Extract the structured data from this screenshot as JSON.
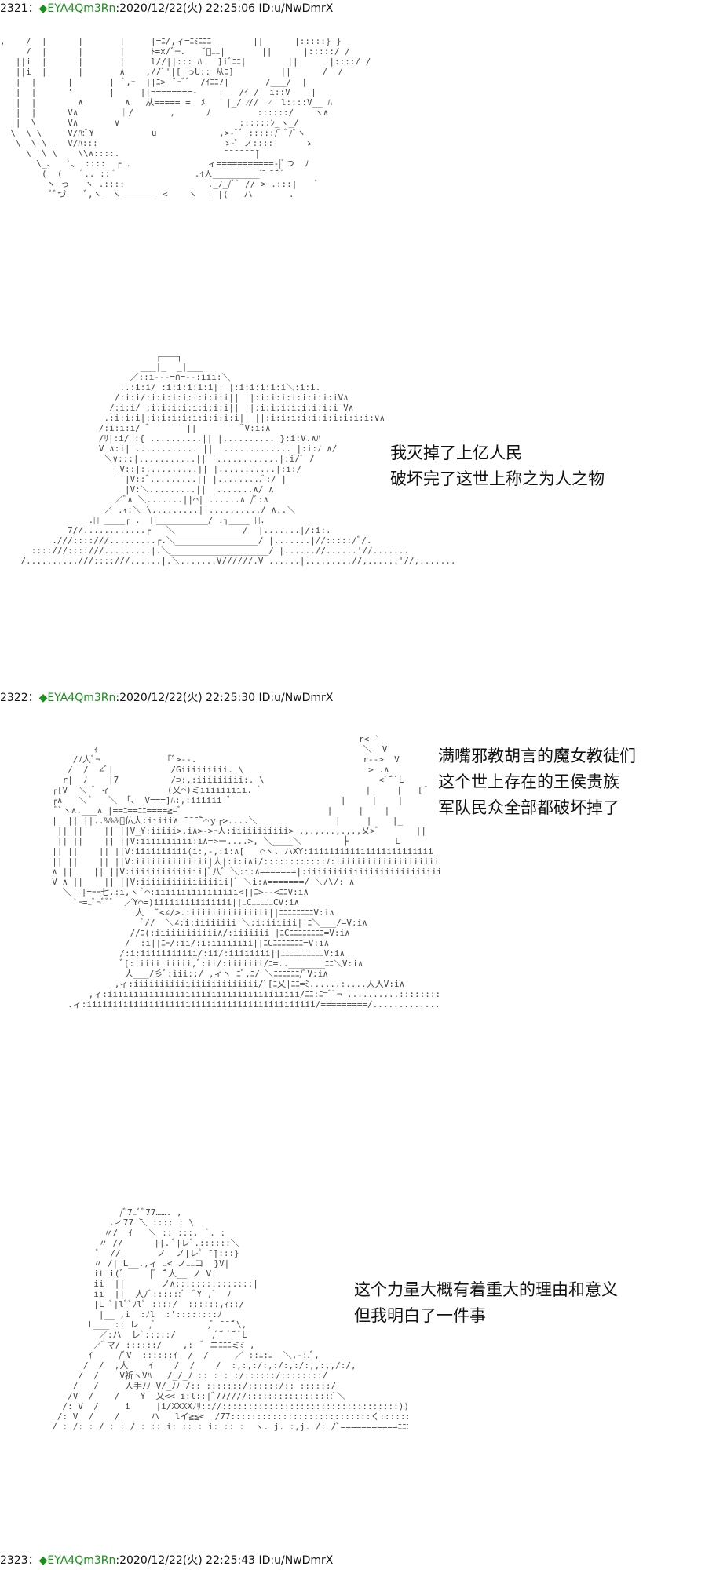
{
  "posts": [
    {
      "number": "2321",
      "separator": "：",
      "name": "◆EYA4Qm3Rn",
      "datetime": ":2020/12/22(火) 22:25:06 ID:u/NwDmrX",
      "art": [
        ",    /  |      |       |     |=ﾆ/,ィ=ﾆﾐﾆﾆﾆ|       ||      |:::::} }",
        "     /  |      |       |     ﾄ=x/ﾞ─.   ˘ﾞﾆﾆ|       ||      |:::::/ /",
        "   ||i  |      |       |     l//||::: ﾊ   ]iﾞﾆﾆ|        ||      |::::/ /",
        "   ||i  |      |       ∧    ,//ﾞ'|[ っU:: 从ﾆ]         ||      /  /",
        "  ||  |      |       |  ﾞ,ｰ  ||ﾆ>  ﾞｰﾞﾞ  /ｲﾆﾆ7|       /___/  |",
        "  ||  |      '       |     ||========-    |   /ｲ /  i::V    |",
        "  ||  |        ∧        ∧   从===== =  ﾒ    |_/ ⁄//  ⁄  l::::V__ ﾊ",
        "  ||  |      V∧        ｜/       ,      ﾉ         ::::::/    ヽ∧",
        "  ||  \\      V∧       ∨                       ::::::ﾝ_ヽ_/",
        "  \\  \\ \\     V/ﾊ:ﾞY           u            ,>-ﾞﾞ :::::/ﾞ ﾞﾉﾞヽ",
        "   \\  \\ \\    V/ﾊ:::                        ゝ-ﾞ_ノ::::|     ゝ",
        "     \\  \\ \\    \\\\∧::::.                    ̄ ̄ ̄ ̄ ̄ ̄ ̄|",
        "       \\_、  `、 ::::  ┌ ．              ィ===========-|ﾞつ  ﾉ",
        "        (  (    ﾞ.. :: ﾞ               .ｲ人_________ﾞ̄ ̄ ̄ ﾞﾞ",
        "         ヽ っ   ヽ .::::                ._ﾉ_/ﾞﾞ // > .:::|    ﾞ",
        "          ﾞﾞづ    ﾞ,ヽ_ ヽ______  <    ヽ  | |(   ハ       ."
      ],
      "caption": []
    },
    {
      "number": "",
      "separator": "",
      "name": "",
      "datetime": "",
      "art": [
        "                              ┌───┐",
        "                           ___|_  _|___",
        "                         ／::i---=∩=--:iii:＼",
        "                       ..:i:i/ :i:i:i:i:i|| |:i:i:i:i:i＼:i:i.",
        "                      /:i:i/:i:i:i:i:i:i:i:i|| ||:i:i:i:i:i:i:i:iV∧",
        "                     /:i:i/ :i:i:i:i:i:i:i:i|| ||:i:i:i:i:i:i:i:i V∧",
        "                    .:i:i:i|:i:i:i:i:i:i:i:i:i|| ||:i:i:i:i:i:i:i:i:i:i:∨∧",
        "                   /:i:i:i/ ﾞ ̄ ̄ ̄ ̄ ̄ ̄ ̄||  ̄ ̄ ̄ ̄ ̄ ̄ ̄ ﾞV:i:∧",
        "                   /ﾘ|:i/ :{ ..........|| |.......... }:i:V.∧ﾊ",
        "                   V ∧:i| ............ || |............. |:i:ﾉ ∧/",
        "                    ＼∨:::|...........|| |............|:i/ﾞ /",
        "                      ﾞV::|:..........|| |...........|:i:/",
        "                        |V::ﾞ.........|| |.........ﾞ:/ |",
        "                        |V:＼.........|| |.......∧/ ∧",
        "                      ／ﾞ∧ ＼.......||⌒||......∧ /ﾞ:∧",
        "                    ／ .ｨ:＼ \\.........||........../ ∧..＼",
        "                 .ﾞ ____┌ .  ＼__________/ .┐____ ﾞ.",
        "             7//............┌   ＼_____________/  |.......|/:i:.",
        "          .///::::///.........┌.＼________________/ |.......|//:::::/ﾞ/.",
        "      ::::///::::///.........|.＼___________________/ |......//......'//.......",
        "    /..........///::::///......|.＼.......V//////.V ......|.........//,......'//,.........＼"
      ],
      "caption": [
        "我灭掉了上亿人民",
        "破坏完了这世上称之为人之物"
      ]
    },
    {
      "number": "2322",
      "separator": "：",
      "name": "◆EYA4Qm3Rn",
      "datetime": ":2020/12/22(火) 22:25:30 ID:u/NwDmrX",
      "art": [
        "                                                                     r< `",
        "               _  ｨ                                                   ＼  V",
        "              /ﾉ人ﾞ¬            「ﾞ>--.                                r-->  V",
        "             /  /  ∠ﾞ|           /Giiiiiiiii. \\                        > .∧",
        "            r|  ﾉ    |7          /⊃:,:iiiiiiiii:. \\                      <ﾞ ̄ﾞﾞL",
        "          ┌[V  ＼ ﾞ ィ           (乂⌒)ミiiiiiiiii. ﾞ                    |     |   [ ﾞ",
        "          ┌∧   ＼ ﾞ   ＼ 「、_V===]ﾊ:,:iiiiii ﾞ                     |     |    |",
        "           ﾞﾞヽ∧.___∧ |==ﾆ==ﾆﾆ====≧=ﾞ                            |     |    |",
        "          |  || ||..%%%ﾞ仏人:iiiii∧ ̄ ̄ ̄ ̄ﾞ⌒ｙ┌>....＼               |     |    |_",
        "           || ||    || ||V_Y:iiiii>.i∧>->ｰ人:iiiiiiiiiii> .,.,.,.,.,.,乂>ﾞ       ||",
        "           || ||    || ||V:iiiiiiiiii:i∧=>ー....>, ＼____＼        ├         L",
        "          || ||    || ||V:iiiiiiiiii(i:,-,:i:∧[   ⌒ヽ. ハXY:iiiiiiiiiiiiiiiiiiiiiiii___七L|",
        "          || ||    || ||V:iiiiiiiiiiiiii|人|:i:i∧i/::::::::::::ﾉ:iiiiiiiiiiiiiiiiiiiiiiiiiiiiﾞ/ﾞ「",
        "          ∧ ||    || ||V:iiiiiiiiiiiiii|ﾞ八ﾞ ＼:i:∧=======|:iiiiiiiiiiiiiiiiiiiiiiiiiiii:,ィ_」",
        "          V ∧ ||    || ||V:iiiiiiiiiiiiiiiii|ﾞ ＼i:∧=======/ ＼/\\/: ∧",
        "            ＼ ||=ｰｰ七.:i,ヽ ﾞ⌒:iiiiiiiiiiiiiiii<||ﾆ>--<ﾆﾆV:i∧",
        "              `ｰ=ﾆﾞ¬ﾞﾞﾞ  ／Y⌒=)iiiiiiiiiiiiiii||ﾆCﾆﾆﾆﾆﾆCV:i∧",
        "                          人  ˘<∠/>.:iiiiiiiiiiiiiii||ﾆﾆﾆﾆﾆﾆﾆﾆV:i∧",
        "                           ﾞ//  ＼∠:i:iiiiiiii ＼:i:iiiiii||ﾆ＼___/=V:i∧",
        "                         //ﾆ(:iiiiiiiiiiii∧/:iiiiiii||ﾆCﾆﾆﾆﾆﾆﾆﾆﾆ=V:i∧",
        "                        /  :i||ﾆｰ/:ii/:i:iiiiiiii||ﾆCﾆﾆﾆﾆﾆﾆﾆ=V:i∧",
        "                       /:i:iiiiiiiiiii/:ii/:iiiiiiii||ﾆﾆﾆﾆﾆﾆﾆﾆﾆﾆV:i∧",
        "                       ﾞ[:iiiiiiiiiii,ﾞ:ii/:iiiiiii/ﾆ=.._______ﾆﾆ＼V:i∧",
        "                        人___/彡ﾞ:iii::/ ,ィヽ ﾆﾞ,ﾆ/ ＼ﾆﾆﾆﾆﾆﾆ/ﾞV:i∧",
        "                      ,ィ:iiiiiiiiiiiiiiiiiiiiiiii/ﾞ[ﾆ乂|ﾆﾆ=ﾐ......:....人人V:i∧",
        "                 ,ィ:iiiiiiiiiiiiiiiiiiiiiiiiiiiiiiiiiiiii/ﾆﾆ:ﾆ=ﾞﾞ¬ ..........:::::::::.ﾞﾞ<V:i∧",
        "             .ィ:iiiiiiiiiiiiiiiiiiiiiiiiiiiiiiiiiiiiiiiiiiii/=========/............................ﾆﾆV:i∧"
      ],
      "caption": [
        "满嘴邪教胡言的魔女教徒们",
        "这个世上存在的王侯贵族",
        "军队民众全部都破坏掉了"
      ]
    },
    {
      "number": "",
      "separator": "",
      "name": "",
      "datetime": "",
      "art": [
        "                          ___",
        "                       /ﾞ7ﾆﾞﾞ77……. ,",
        "                     .ィ77 ̄＼ :::: : \\",
        "                    〃/  ｲ   ＼ :: :::.  ﾞ. :",
        "                   〃 //      ||. ﾞ|レﾞ.::::::＼",
        "                   ﾞ  //       ノ  ノ|レﾞ ̄ ̄|:::}",
        "                  〃 /| L__.,ィ ﾆ< ノﾆﾆコ  }V|",
        "                  it i(ﾞ     |ﾞ ̄ ﾞ人__ ノ V|",
        "                  ii  ||       ノ∧:::::::::::::::|",
        "                  ii  ||  人ﾉﾞ::::::ﾞ ̄ ﾞY ,ﾞ  ﾉ",
        "                  |L ﾞ|lﾞﾞﾉlﾞ ::::/  ::::::,ｨ::/",
        "                   |__ ,i  :ﾉl  :'::::::::ﾉ",
        "                 L___ :: レ  ,ﾞ          ,ﾞ ̄ ̄ ̄ ﾞ\\,",
        "                   ／:ハ  レﾞ:::::/       ,ﾞ ̄ﾞ ﾞ ̄ﾞﾞL",
        "                  ／ﾞマ/ ::::::/    ,:  ﾞ ニﾆﾆﾆミﾐ ,",
        "                 ｲ     /ﾞV  ::::::ｲ  /  /     ／ ::ﾆ:ﾆ  ＼,-:.ﾞ,",
        "                /  /  ,人    ｲ    /  /    /  :,:,:/:,:/:,:/:,,:,,/:/,",
        "               /  /    V祈ヽVﾊ   /_/_ﾉ :: : : :/::::::/::::::::/",
        "              /   /     人手ﾉﾉ V/_ﾉﾉ /:: :::::::/::::::/:: ::::::/",
        "             /V  /    /    Y  乂<< i:l::|ﾞ77////:::::::::::::::::ﾞ＼",
        "            /: V  /     i     |i/XXXXﾉﾘ:://::::::::::::::::::::::::::::::::::)):::::",
        "           /: V  /    /      ハ   lイ≧≦<  /77:::::::::::::::::::::::::::く::::::::::|",
        "          / : /: : / : : / : :: i: :: : i: :: :  ヽ. j. :,j. /: /ﾞ===========ﾆﾆﾆﾐﾐ~"
      ],
      "caption": [
        "这个力量大概有着重大的理由和意义",
        "但我明白了一件事"
      ]
    },
    {
      "number": "2323",
      "separator": "：",
      "name": "◆EYA4Qm3Rn",
      "datetime": ":2020/12/22(火) 22:25:43 ID:u/NwDmrX",
      "art": [],
      "caption": []
    }
  ]
}
